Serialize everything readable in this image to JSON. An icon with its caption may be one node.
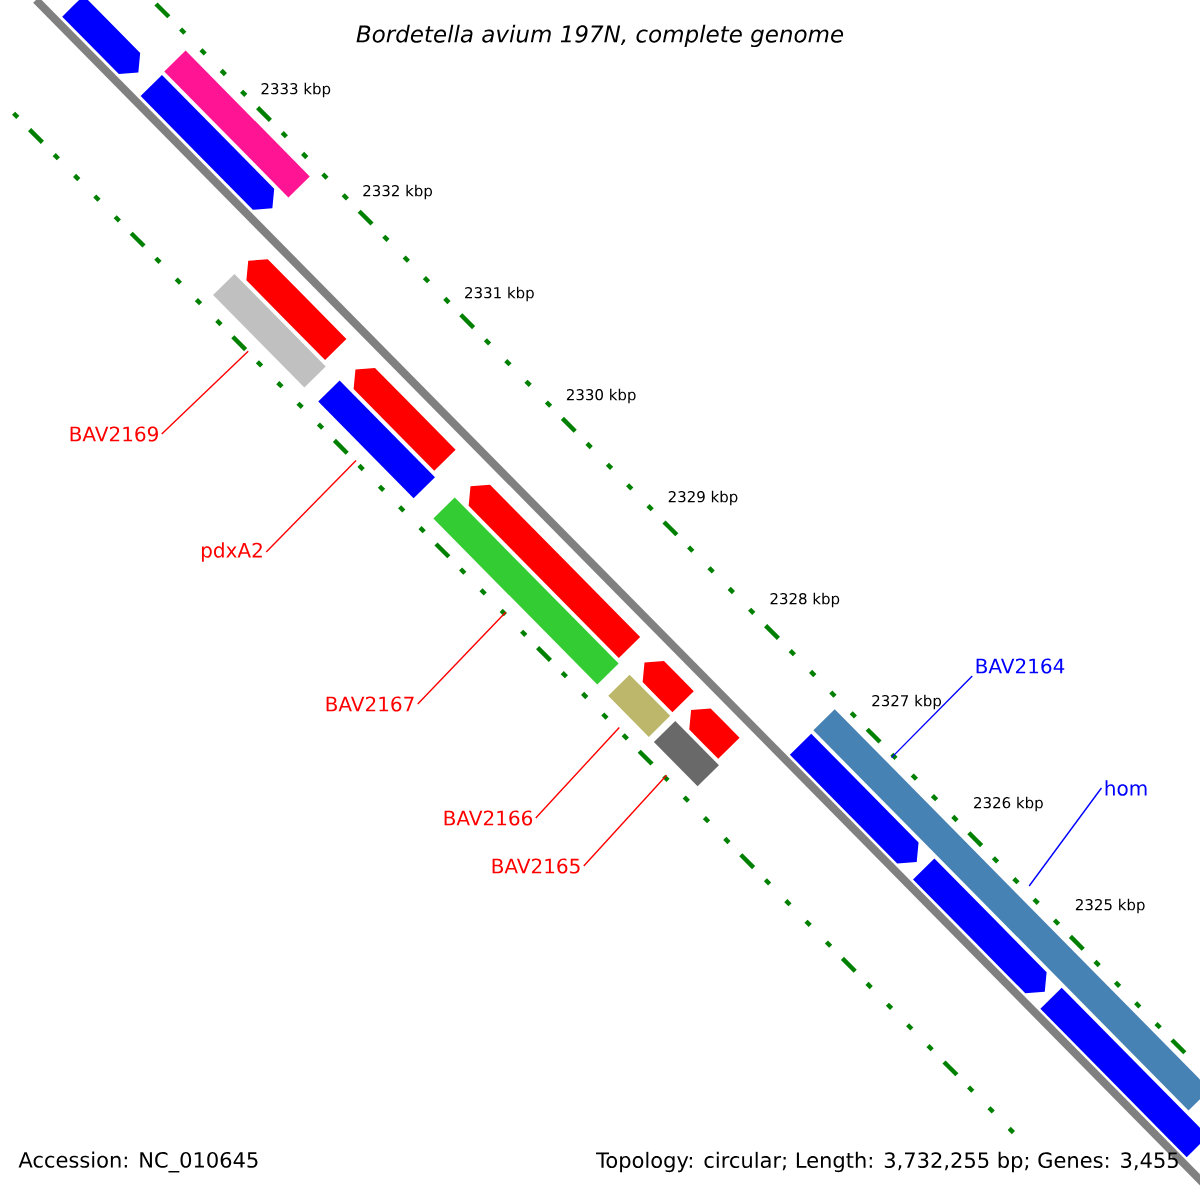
{
  "diagram": {
    "title": "Bordetella avium 197N, complete genome",
    "nodes": [
      {
        "text": [],
        "shape": "pentagon"
      },
      {
        "text": [],
        "shape": "pentagon"
      },
      {
        "text": [],
        "shape": "bar"
      },
      {
        "text": [],
        "shape": "pentagon"
      },
      {
        "text": [],
        "shape": "bar"
      },
      {
        "text": [],
        "shape": "pentagon"
      },
      {
        "text": [],
        "shape": "bar"
      },
      {
        "text": [],
        "shape": "pentagon"
      },
      {
        "text": [],
        "shape": "bar"
      },
      {
        "text": [],
        "shape": "pentagon"
      },
      {
        "text": [],
        "shape": "pentagon"
      },
      {
        "text": [],
        "shape": "bar"
      },
      {
        "text": [],
        "shape": "bar"
      },
      {
        "text": [],
        "shape": "pentagon"
      },
      {
        "text": [],
        "shape": "bar"
      },
      {
        "text": [],
        "shape": "pentagon"
      },
      {
        "text": [],
        "shape": "bar"
      },
      {
        "text": [
          "BAV2169"
        ]
      },
      {
        "text": [
          "pdxA2"
        ]
      },
      {
        "text": [
          "BAV2164"
        ]
      },
      {
        "text": [
          "BAV2167"
        ]
      },
      {
        "text": [
          "hom"
        ]
      },
      {
        "text": [
          "BAV2166"
        ]
      },
      {
        "text": [
          "BAV2165"
        ]
      }
    ],
    "edges": [
      {
        "from": 17,
        "to": 4,
        "arrow": "none"
      },
      {
        "from": 18,
        "to": 6,
        "arrow": "none"
      },
      {
        "from": 19,
        "to": 14,
        "arrow": "none",
        "color": "#0000ff"
      },
      {
        "from": 20,
        "to": 8,
        "arrow": "none"
      },
      {
        "from": 21,
        "to": 14,
        "arrow": "none",
        "color": "#0000ff"
      },
      {
        "from": 22,
        "to": 11,
        "arrow": "none"
      },
      {
        "from": 23,
        "to": 12,
        "arrow": "none"
      }
    ],
    "labels": [
      "2333 kbp",
      "2332 kbp",
      "2331 kbp",
      "2330 kbp",
      "2329 kbp",
      "2328 kbp",
      "2327 kbp",
      "2326 kbp",
      "2325 kbp",
      "Accession: NC_010645",
      "Topology: circular; Length: 3,732,255 bp; Genes: 3,455"
    ]
  }
}
